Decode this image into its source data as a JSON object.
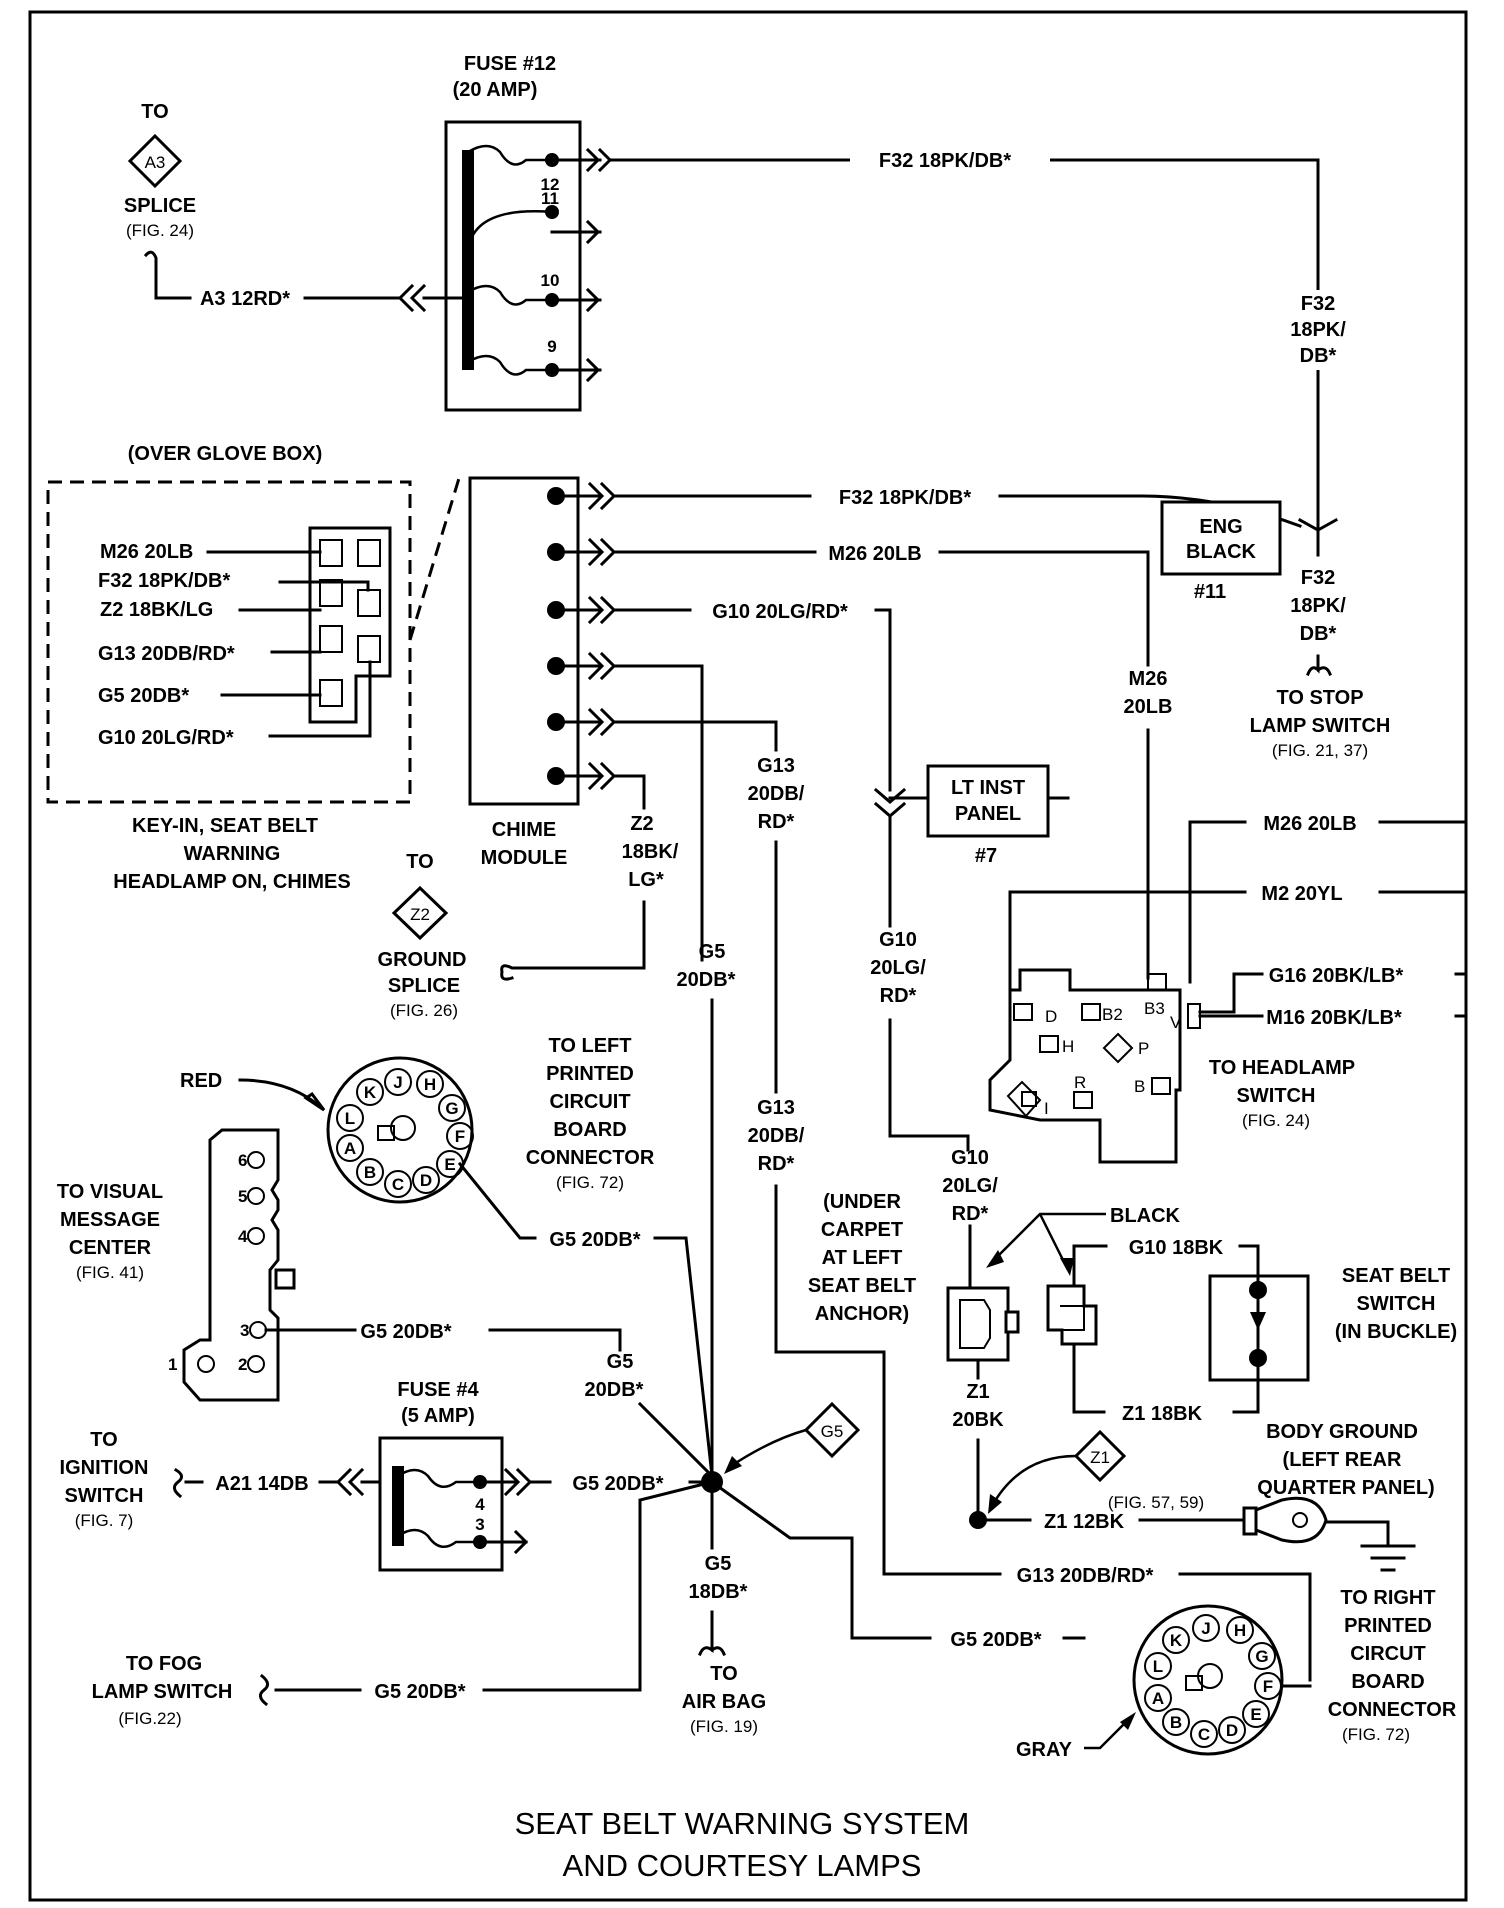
{
  "title": {
    "line1": "SEAT BELT WARNING SYSTEM",
    "line2": "AND COURTESY LAMPS"
  },
  "fuse12": {
    "title": "FUSE #12",
    "rating": "(20 AMP)",
    "pins": [
      "12",
      "11",
      "10",
      "9"
    ]
  },
  "fuse4": {
    "title": "FUSE #4",
    "rating": "(5 AMP)",
    "pins": [
      "4",
      "3"
    ]
  },
  "a3_splice": {
    "to": "TO",
    "id": "A3",
    "label": "SPLICE",
    "fig": "(FIG. 24)",
    "wire": "A3 12RD*"
  },
  "wires": {
    "f32_top": "F32 18PK/DB*",
    "f32_vert": [
      "F32",
      "18PK/",
      "DB*"
    ],
    "f32_chime": "F32 18PK/DB*",
    "m26_chime": "M26 20LB",
    "g10_chime": "G10 20LG/RD*",
    "g13_vert": [
      "G13",
      "20DB/",
      "RD*"
    ],
    "g13_vert2": [
      "G13",
      "20DB/",
      "RD*"
    ],
    "g5_vert": [
      "G5",
      "20DB*"
    ],
    "z2_vert": [
      "Z2",
      "18BK/",
      "LG*"
    ],
    "g10_vert": [
      "G10",
      "20LG/",
      "RD*"
    ],
    "g10_vert2": [
      "G10",
      "20LG/",
      "RD*"
    ],
    "m26_vert": [
      "M26",
      "20LB"
    ],
    "m26_right": "M26 20LB",
    "m2_right": "M2 20YL",
    "g16_right": "G16 20BK/LB*",
    "m16_right": "M16 20BK/LB*",
    "g5_left_conn": "G5 20DB*",
    "g5_vmc": "G5 20DB*",
    "g5_vert2": [
      "G5",
      "20DB*"
    ],
    "a21": "A21 14DB",
    "g5_fuse4": "G5 20DB*",
    "g5_airbag": [
      "G5",
      "18DB*"
    ],
    "g5_fog": "G5 20DB*",
    "g13_bottom": "G13 20DB/RD*",
    "g5_bottom": "G5 20DB*",
    "g10_18bk": "G10 18BK",
    "z1_18bk": "Z1 18BK",
    "z1_20bk": [
      "Z1",
      "20BK"
    ],
    "z1_12bk": "Z1 12BK"
  },
  "glove_box": {
    "header": "(OVER GLOVE BOX)",
    "rows": [
      "M26 20LB",
      "F32 18PK/DB*",
      "Z2 18BK/LG",
      "G13 20DB/RD*",
      "G5 20DB*",
      "G10 20LG/RD*"
    ],
    "caption": [
      "KEY-IN, SEAT BELT",
      "WARNING",
      "HEADLAMP ON, CHIMES"
    ]
  },
  "chime": {
    "label": [
      "CHIME",
      "MODULE"
    ]
  },
  "eng_black": {
    "label": [
      "ENG",
      "BLACK"
    ],
    "num": "#11"
  },
  "stop_lamp": {
    "wire": [
      "F32",
      "18PK/",
      "DB*"
    ],
    "label": [
      "TO STOP",
      "LAMP SWITCH"
    ],
    "fig": "(FIG. 21, 37)"
  },
  "lt_inst": {
    "label": [
      "LT INST",
      "PANEL"
    ],
    "num": "#7"
  },
  "z2_ground": {
    "to": "TO",
    "id": "Z2",
    "label": [
      "GROUND",
      "SPLICE"
    ],
    "fig": "(FIG. 26)"
  },
  "headlamp": {
    "pins": [
      "D",
      "B2",
      "B3",
      "V",
      "H",
      "P",
      "R",
      "B",
      "I"
    ],
    "label": [
      "TO HEADLAMP",
      "SWITCH"
    ],
    "fig": "(FIG. 24)"
  },
  "left_conn": {
    "color": "RED",
    "label": [
      "TO LEFT",
      "PRINTED",
      "CIRCUIT",
      "BOARD",
      "CONNECTOR"
    ],
    "fig": "(FIG. 72)",
    "pins": [
      "J",
      "H",
      "K",
      "G",
      "L",
      "F",
      "A",
      "E",
      "B",
      "D",
      "C"
    ]
  },
  "vmc": {
    "label": [
      "TO VISUAL",
      "MESSAGE",
      "CENTER"
    ],
    "fig": "(FIG. 41)",
    "pins": [
      "6",
      "5",
      "4",
      "3",
      "2",
      "1"
    ]
  },
  "under_carpet": [
    "(UNDER",
    "CARPET",
    "AT LEFT",
    "SEAT BELT",
    "ANCHOR)"
  ],
  "black_label": "BLACK",
  "seat_belt_switch": [
    "SEAT BELT",
    "SWITCH",
    "(IN BUCKLE)"
  ],
  "body_ground": [
    "BODY GROUND",
    "(LEFT REAR",
    "QUARTER PANEL)"
  ],
  "g5_splice": {
    "id": "G5"
  },
  "z1_splice": {
    "id": "Z1",
    "fig": "(FIG. 57, 59)"
  },
  "ignition": {
    "label": [
      "TO",
      "IGNITION",
      "SWITCH"
    ],
    "fig": "(FIG. 7)"
  },
  "airbag": {
    "label": [
      "TO",
      "AIR BAG"
    ],
    "fig": "(FIG. 19)"
  },
  "fog": {
    "label": [
      "TO FOG",
      "LAMP SWITCH"
    ],
    "fig": "(FIG.22)"
  },
  "right_conn": {
    "color": "GRAY",
    "label": [
      "TO RIGHT",
      "PRINTED",
      "CIRCUT",
      "BOARD",
      "CONNECTOR"
    ],
    "fig": "(FIG. 72)",
    "pins": [
      "J",
      "H",
      "K",
      "G",
      "L",
      "F",
      "A",
      "E",
      "B",
      "D",
      "C"
    ]
  }
}
